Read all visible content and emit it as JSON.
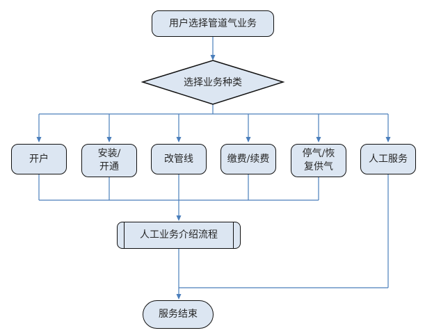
{
  "colors": {
    "background": "#ffffff",
    "node_fill": "#dce6f2",
    "node_border": "#0f0f0f",
    "connector_blue": "#4a7ebb",
    "text": "#262626"
  },
  "flow": {
    "start": {
      "label": "用户选择管道气业务"
    },
    "decision": {
      "label": "选择业务种类"
    },
    "branches": [
      {
        "label": "开户"
      },
      {
        "label": "安装/\n开通"
      },
      {
        "label": "改管线"
      },
      {
        "label": "缴费/续费"
      },
      {
        "label": "停气/恢\n复供气"
      },
      {
        "label": "人工服务"
      }
    ],
    "process": {
      "label": "人工业务介绍流程"
    },
    "end": {
      "label": "服务结束"
    }
  }
}
